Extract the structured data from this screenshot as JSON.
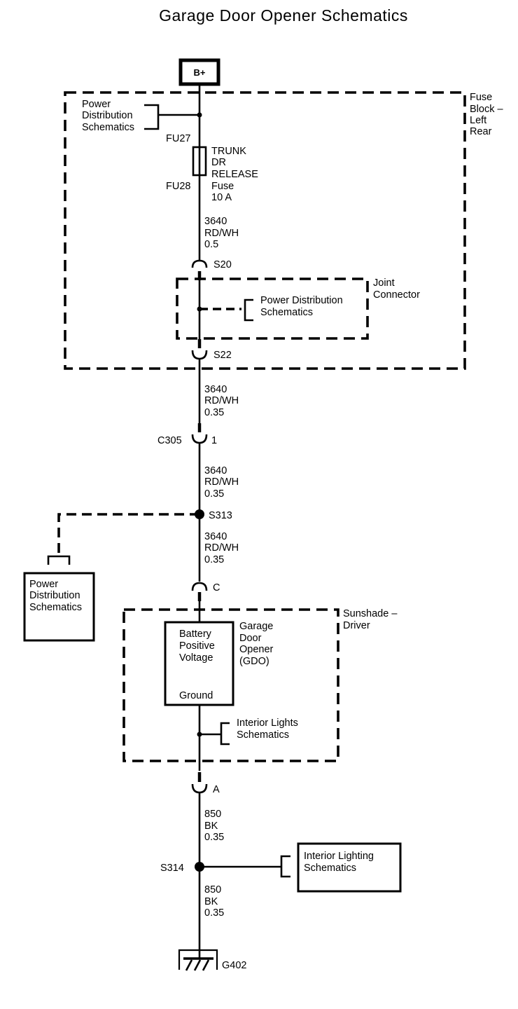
{
  "title": "Garage Door Opener  Schematics",
  "battery": "B+",
  "fuse_block": {
    "label": [
      "Fuse",
      "Block –",
      "Left",
      "Rear"
    ],
    "pds_ref": [
      "Power",
      "Distribution",
      "Schematics"
    ],
    "fuse_top_id": "FU27",
    "fuse_bottom_id": "FU28",
    "fuse_label": [
      "TRUNK",
      "DR",
      "RELEASE",
      "Fuse",
      "10 A"
    ],
    "wire": [
      "3640",
      "RD/WH",
      "0.5"
    ],
    "splice_top": "S20",
    "splice_bottom": "S22"
  },
  "joint_connector": {
    "label": [
      "Joint",
      "Connector"
    ],
    "ref": [
      "Power Distribution",
      "Schematics"
    ]
  },
  "wire_after_fuse_block": [
    "3640",
    "RD/WH",
    "0.35"
  ],
  "connector_c305": {
    "id": "C305",
    "pin": "1"
  },
  "wire_before_s313": [
    "3640",
    "RD/WH",
    "0.35"
  ],
  "splice_s313": "S313",
  "wire_after_s313": [
    "3640",
    "RD/WH",
    "0.35"
  ],
  "pds_box": [
    "Power",
    "Distribution",
    "Schematics"
  ],
  "connector_c": "C",
  "sunshade": {
    "label": [
      "Sunshade –",
      "Driver"
    ],
    "component_lines": [
      "Battery",
      "Positive",
      "Voltage"
    ],
    "ground": "Ground",
    "gdo_label": [
      "Garage",
      "Door",
      "Opener",
      "(GDO)"
    ],
    "interior_lights_ref": [
      "Interior Lights",
      "Schematics"
    ]
  },
  "connector_a": "A",
  "wire_ground_1": [
    "850",
    "BK",
    "0.35"
  ],
  "splice_s314": "S314",
  "interior_lighting_box": [
    "Interior Lighting",
    "Schematics"
  ],
  "wire_ground_2": [
    "850",
    "BK",
    "0.35"
  ],
  "ground_id": "G402"
}
